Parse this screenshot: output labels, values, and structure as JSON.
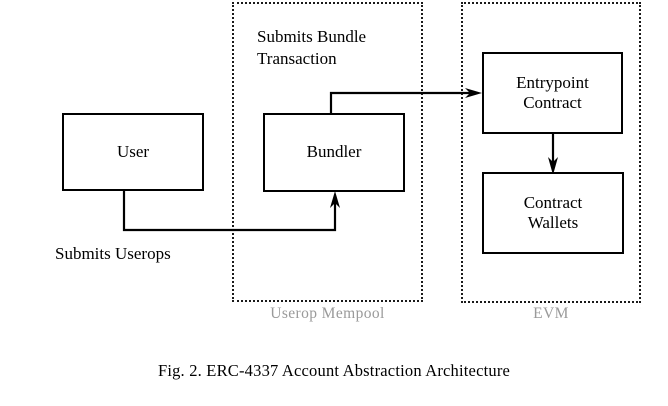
{
  "figure": {
    "caption": "Fig. 2.  ERC-4337 Account Abstraction Architecture",
    "background_color": "#ffffff",
    "line_color": "#000000",
    "region_label_color": "#9a9a9a"
  },
  "regions": [
    {
      "id": "userop-mempool",
      "label": "Userop Mempool",
      "border_style": "dotted"
    },
    {
      "id": "evm",
      "label": "EVM",
      "border_style": "dotted"
    }
  ],
  "nodes": [
    {
      "id": "user",
      "label": "User"
    },
    {
      "id": "bundler",
      "label": "Bundler"
    },
    {
      "id": "entrypoint-contract",
      "label": "Entrypoint\nContract"
    },
    {
      "id": "contract-wallets",
      "label": "Contract\nWallets"
    }
  ],
  "annotations": [
    {
      "id": "submits-bundle-transaction",
      "text": "Submits Bundle\nTransaction"
    },
    {
      "id": "submits-userops",
      "text": "Submits Userops"
    }
  ],
  "edges": [
    {
      "id": "user-to-bundler",
      "from": "user",
      "to": "bundler",
      "label": "Submits Userops",
      "arrowhead": "up"
    },
    {
      "id": "bundler-to-entrypoint",
      "from": "bundler",
      "to": "entrypoint-contract",
      "label": "Submits Bundle Transaction",
      "arrowhead": "right"
    },
    {
      "id": "entrypoint-to-wallets",
      "from": "entrypoint-contract",
      "to": "contract-wallets",
      "label": "",
      "arrowhead": "down"
    }
  ]
}
